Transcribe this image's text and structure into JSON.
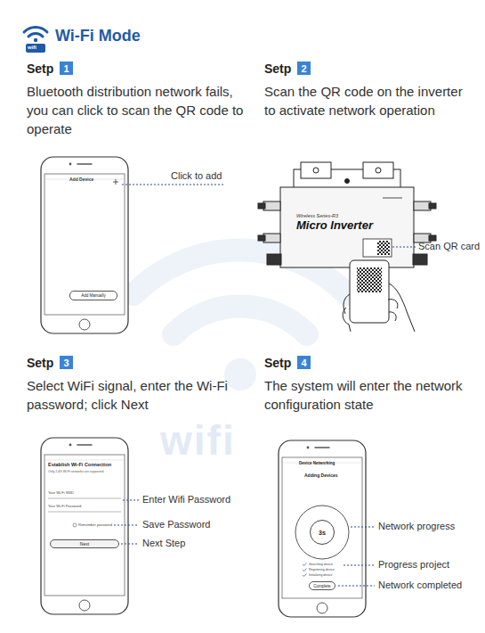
{
  "diagram": {
    "title": "Wi-Fi Mode",
    "nodes": [
      {
        "text": [
          "1"
        ]
      },
      {
        "text": [
          "2"
        ]
      },
      {
        "text": [
          "Add Manually"
        ]
      },
      {
        "text": [
          "3"
        ]
      },
      {
        "text": [
          "4"
        ]
      },
      {
        "text": [
          "Next"
        ]
      },
      {
        "text": [
          "3s"
        ]
      },
      {
        "text": [
          "Complete"
        ]
      }
    ],
    "labels": [
      "wifi",
      "Setp",
      "Bluetooth distribution network fails, you can click to scan the QR code to operate",
      "Setp",
      "Scan the QR code on the inverter to activate network operation",
      "Click to add",
      "Add Device",
      "Wireless Series-R3",
      "Micro Inverter",
      "Scan QR card",
      "Setp",
      "Select WiFi signal, enter the Wi-Fi password; click Next",
      "Setp",
      "The system will enter the network configuration state",
      "Establish Wi-Fi Connection",
      "Only 2.4G Wi-Fi networks are supported",
      "Your Wi-Fi SSID",
      "Your Wi-Fi Password",
      "Remember password",
      "Enter Wifi Password",
      "Save Password",
      "Next Step",
      "Device Networking",
      "Adding Devices",
      "Searching device",
      "Registering device",
      "Initializing device",
      "Network progress",
      "Progress project",
      "Network completed",
      "wifi"
    ]
  }
}
